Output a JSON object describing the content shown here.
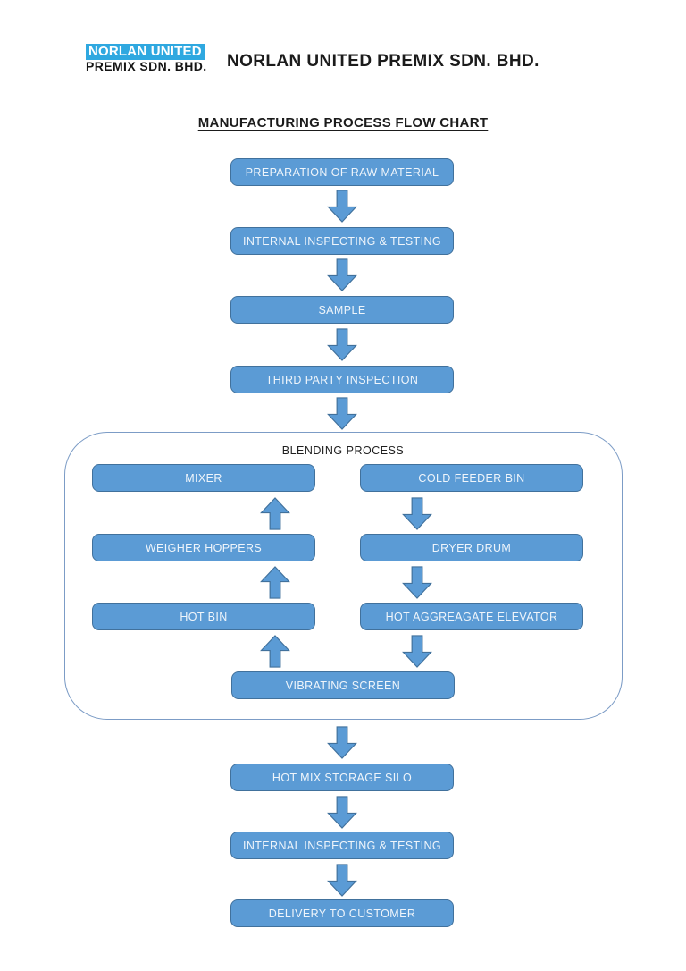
{
  "logo": {
    "primary": "NORLAN UNITED",
    "secondary": "PREMIX SDN. BHD."
  },
  "header": {
    "title": "NORLAN UNITED PREMIX SDN. BHD.",
    "subtitle": "MANUFACTURING PROCESS FLOW CHART"
  },
  "flow": {
    "pre_blending": [
      "PREPARATION OF RAW MATERIAL",
      "INTERNAL INSPECTING & TESTING",
      "SAMPLE",
      "THIRD PARTY INSPECTION"
    ],
    "blending": {
      "label": "BLENDING PROCESS",
      "left_column": [
        "MIXER",
        "WEIGHER HOPPERS",
        "HOT BIN"
      ],
      "right_column": [
        "COLD FEEDER BIN",
        "DRYER DRUM",
        "HOT AGGREAGATE ELEVATOR"
      ],
      "bottom": "VIBRATING SCREEN"
    },
    "post_blending": [
      "HOT MIX STORAGE SILO",
      "INTERNAL INSPECTING & TESTING",
      "DELIVERY TO CUSTOMER"
    ]
  },
  "colors": {
    "node_fill": "#5B9BD5",
    "node_border": "#41719C",
    "node_text": "#EFF5FB",
    "container_border": "#7C9CC6",
    "logo_background": "#2FA8E0",
    "logo_text": "#FFFFFF"
  }
}
